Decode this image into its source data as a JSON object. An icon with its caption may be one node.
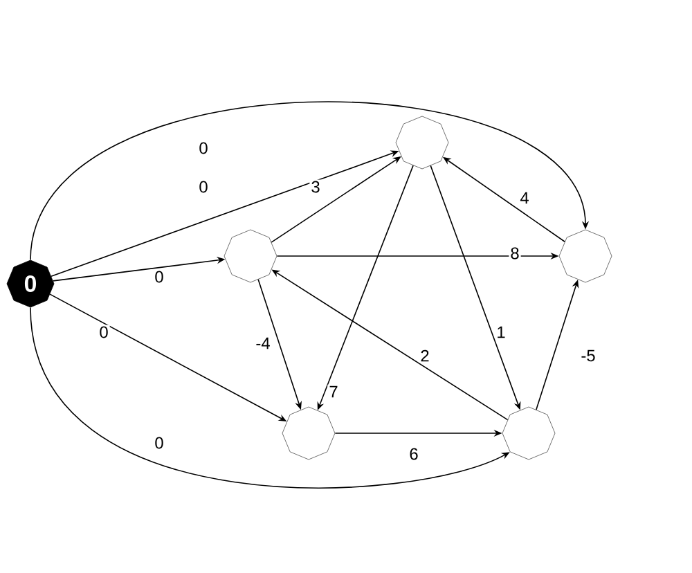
{
  "diagram": {
    "nodes": [
      {
        "text": [
          "0"
        ]
      },
      {
        "text": [],
        "shape": "octagon"
      },
      {
        "text": [],
        "shape": "octagon"
      },
      {
        "text": [],
        "shape": "octagon"
      },
      {
        "text": [],
        "shape": "octagon"
      },
      {
        "text": [],
        "shape": "octagon"
      }
    ],
    "edges": [
      {
        "from": 0,
        "to": 3,
        "arrow": "to",
        "label": "0"
      },
      {
        "from": 0,
        "to": 2,
        "arrow": "to",
        "label": "0"
      },
      {
        "from": 0,
        "to": 1,
        "arrow": "to",
        "label": "0"
      },
      {
        "from": 0,
        "to": 4,
        "arrow": "to",
        "label": "0"
      },
      {
        "from": 0,
        "to": 5,
        "arrow": "to",
        "label": "0"
      },
      {
        "from": 1,
        "to": 2,
        "arrow": "to",
        "label": "3"
      },
      {
        "from": 1,
        "to": 3,
        "arrow": "to",
        "label": "8"
      },
      {
        "from": 1,
        "to": 4,
        "arrow": "to",
        "label": "-4"
      },
      {
        "from": 2,
        "to": 4,
        "arrow": "to",
        "label": "7"
      },
      {
        "from": 2,
        "to": 5,
        "arrow": "to",
        "label": "1"
      },
      {
        "from": 3,
        "to": 2,
        "arrow": "to",
        "label": "4"
      },
      {
        "from": 5,
        "to": 3,
        "arrow": "to",
        "label": "-5"
      },
      {
        "from": 5,
        "to": 1,
        "arrow": "to",
        "label": "2"
      },
      {
        "from": 4,
        "to": 5,
        "arrow": "to",
        "label": "6"
      }
    ]
  }
}
